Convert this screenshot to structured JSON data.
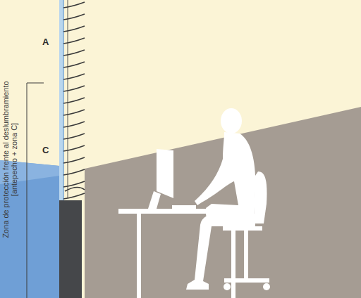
{
  "diagram": {
    "labels": [
      "A",
      "C",
      "Zona de protección frente al deslumbramiento",
      "[antepecho + zona C]"
    ]
  }
}
